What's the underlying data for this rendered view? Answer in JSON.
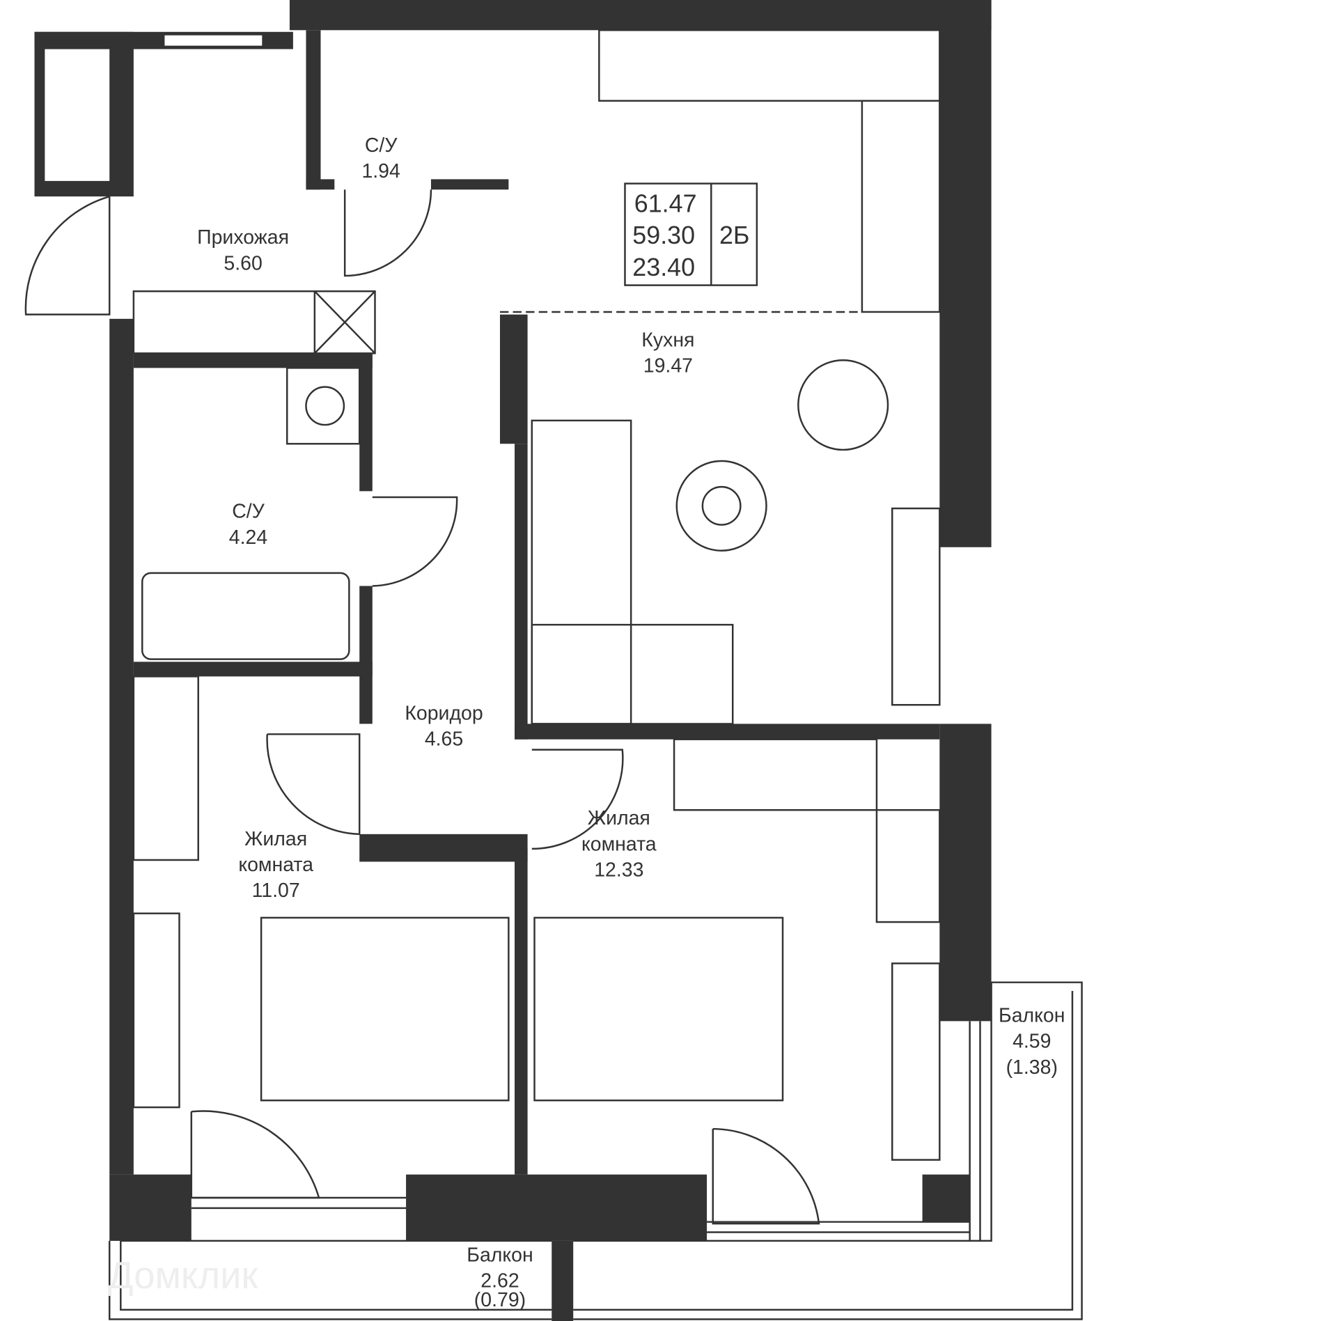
{
  "summary": {
    "total_area": "61.47",
    "living_area_with_coef": "59.30",
    "living_area": "23.40",
    "type": "2Б"
  },
  "rooms": {
    "wc_small": {
      "name": "С/У",
      "area": "1.94"
    },
    "hall": {
      "name": "Прихожая",
      "area": "5.60"
    },
    "kitchen": {
      "name": "Кухня",
      "area": "19.47"
    },
    "bathroom": {
      "name": "С/У",
      "area": "4.24"
    },
    "corridor": {
      "name": "Коридор",
      "area": "4.65"
    },
    "bedroom1": {
      "name1": "Жилая",
      "name2": "комната",
      "area": "11.07"
    },
    "bedroom2": {
      "name1": "Жилая",
      "name2": "комната",
      "area": "12.33"
    },
    "balcony1": {
      "name": "Балкон",
      "area": "2.62",
      "area_coef": "(0.79)"
    },
    "balcony2": {
      "name": "Балкон",
      "area": "4.59",
      "area_coef": "(1.38)"
    }
  },
  "watermark": "Домклик",
  "colors": {
    "wall": "#333333"
  }
}
